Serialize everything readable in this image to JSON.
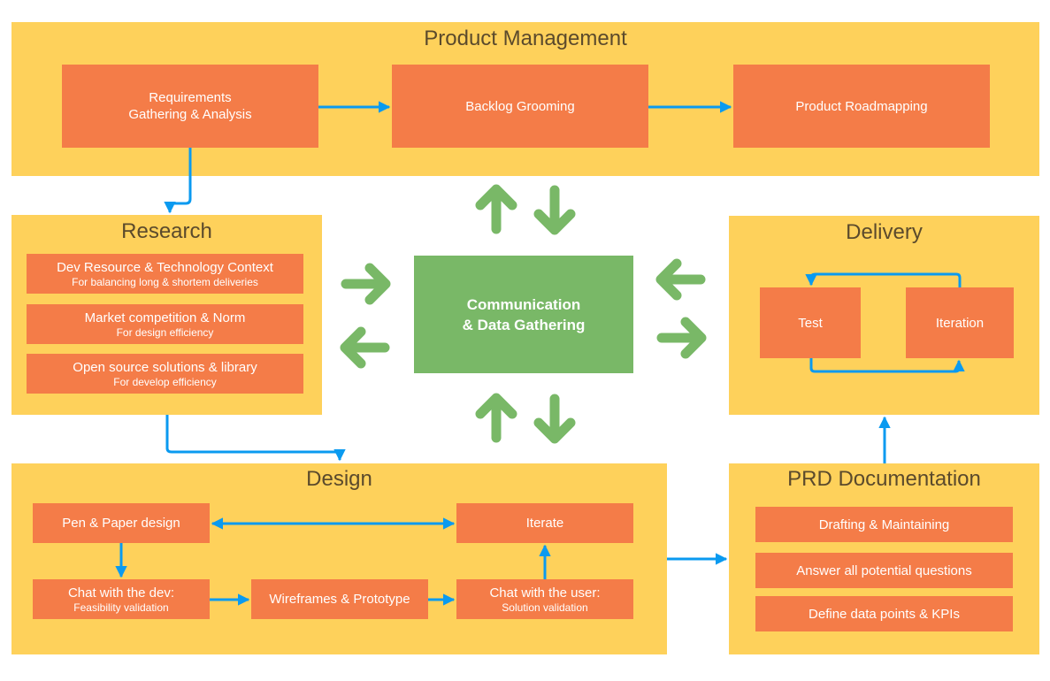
{
  "colors": {
    "container": "#fed15b",
    "box": "#f47c48",
    "hub": "#79b867",
    "connector": "#0a9af0",
    "title_text": "#5b4a2c"
  },
  "product_management": {
    "title": "Product Management",
    "steps": [
      {
        "line1": "Requirements",
        "line2": "Gathering & Analysis"
      },
      {
        "label": "Backlog Grooming"
      },
      {
        "label": "Product Roadmapping"
      }
    ]
  },
  "research": {
    "title": "Research",
    "items": [
      {
        "label": "Dev Resource & Technology Context",
        "sub": "For balancing long & shortem deliveries"
      },
      {
        "label": "Market competition & Norm",
        "sub": "For design efficiency"
      },
      {
        "label": "Open source solutions & library",
        "sub": "For develop efficiency"
      }
    ]
  },
  "hub": {
    "line1": "Communication",
    "line2": "& Data Gathering",
    "icons": [
      "arrow-up-icon",
      "arrow-down-icon",
      "arrow-right-icon",
      "arrow-left-icon"
    ]
  },
  "delivery": {
    "title": "Delivery",
    "steps": [
      {
        "label": "Test"
      },
      {
        "label": "Iteration"
      }
    ]
  },
  "design": {
    "title": "Design",
    "steps": {
      "pen_paper": {
        "label": "Pen & Paper design"
      },
      "iterate": {
        "label": "Iterate"
      },
      "chat_dev": {
        "label": "Chat with the dev:",
        "sub": "Feasibility validation"
      },
      "wireframes": {
        "label": "Wireframes & Prototype"
      },
      "chat_user": {
        "label": "Chat with the user:",
        "sub": "Solution validation"
      }
    }
  },
  "prd": {
    "title": "PRD Documentation",
    "items": [
      {
        "label": "Drafting & Maintaining"
      },
      {
        "label": "Answer all potential questions"
      },
      {
        "label": "Define data points & KPIs"
      }
    ]
  }
}
